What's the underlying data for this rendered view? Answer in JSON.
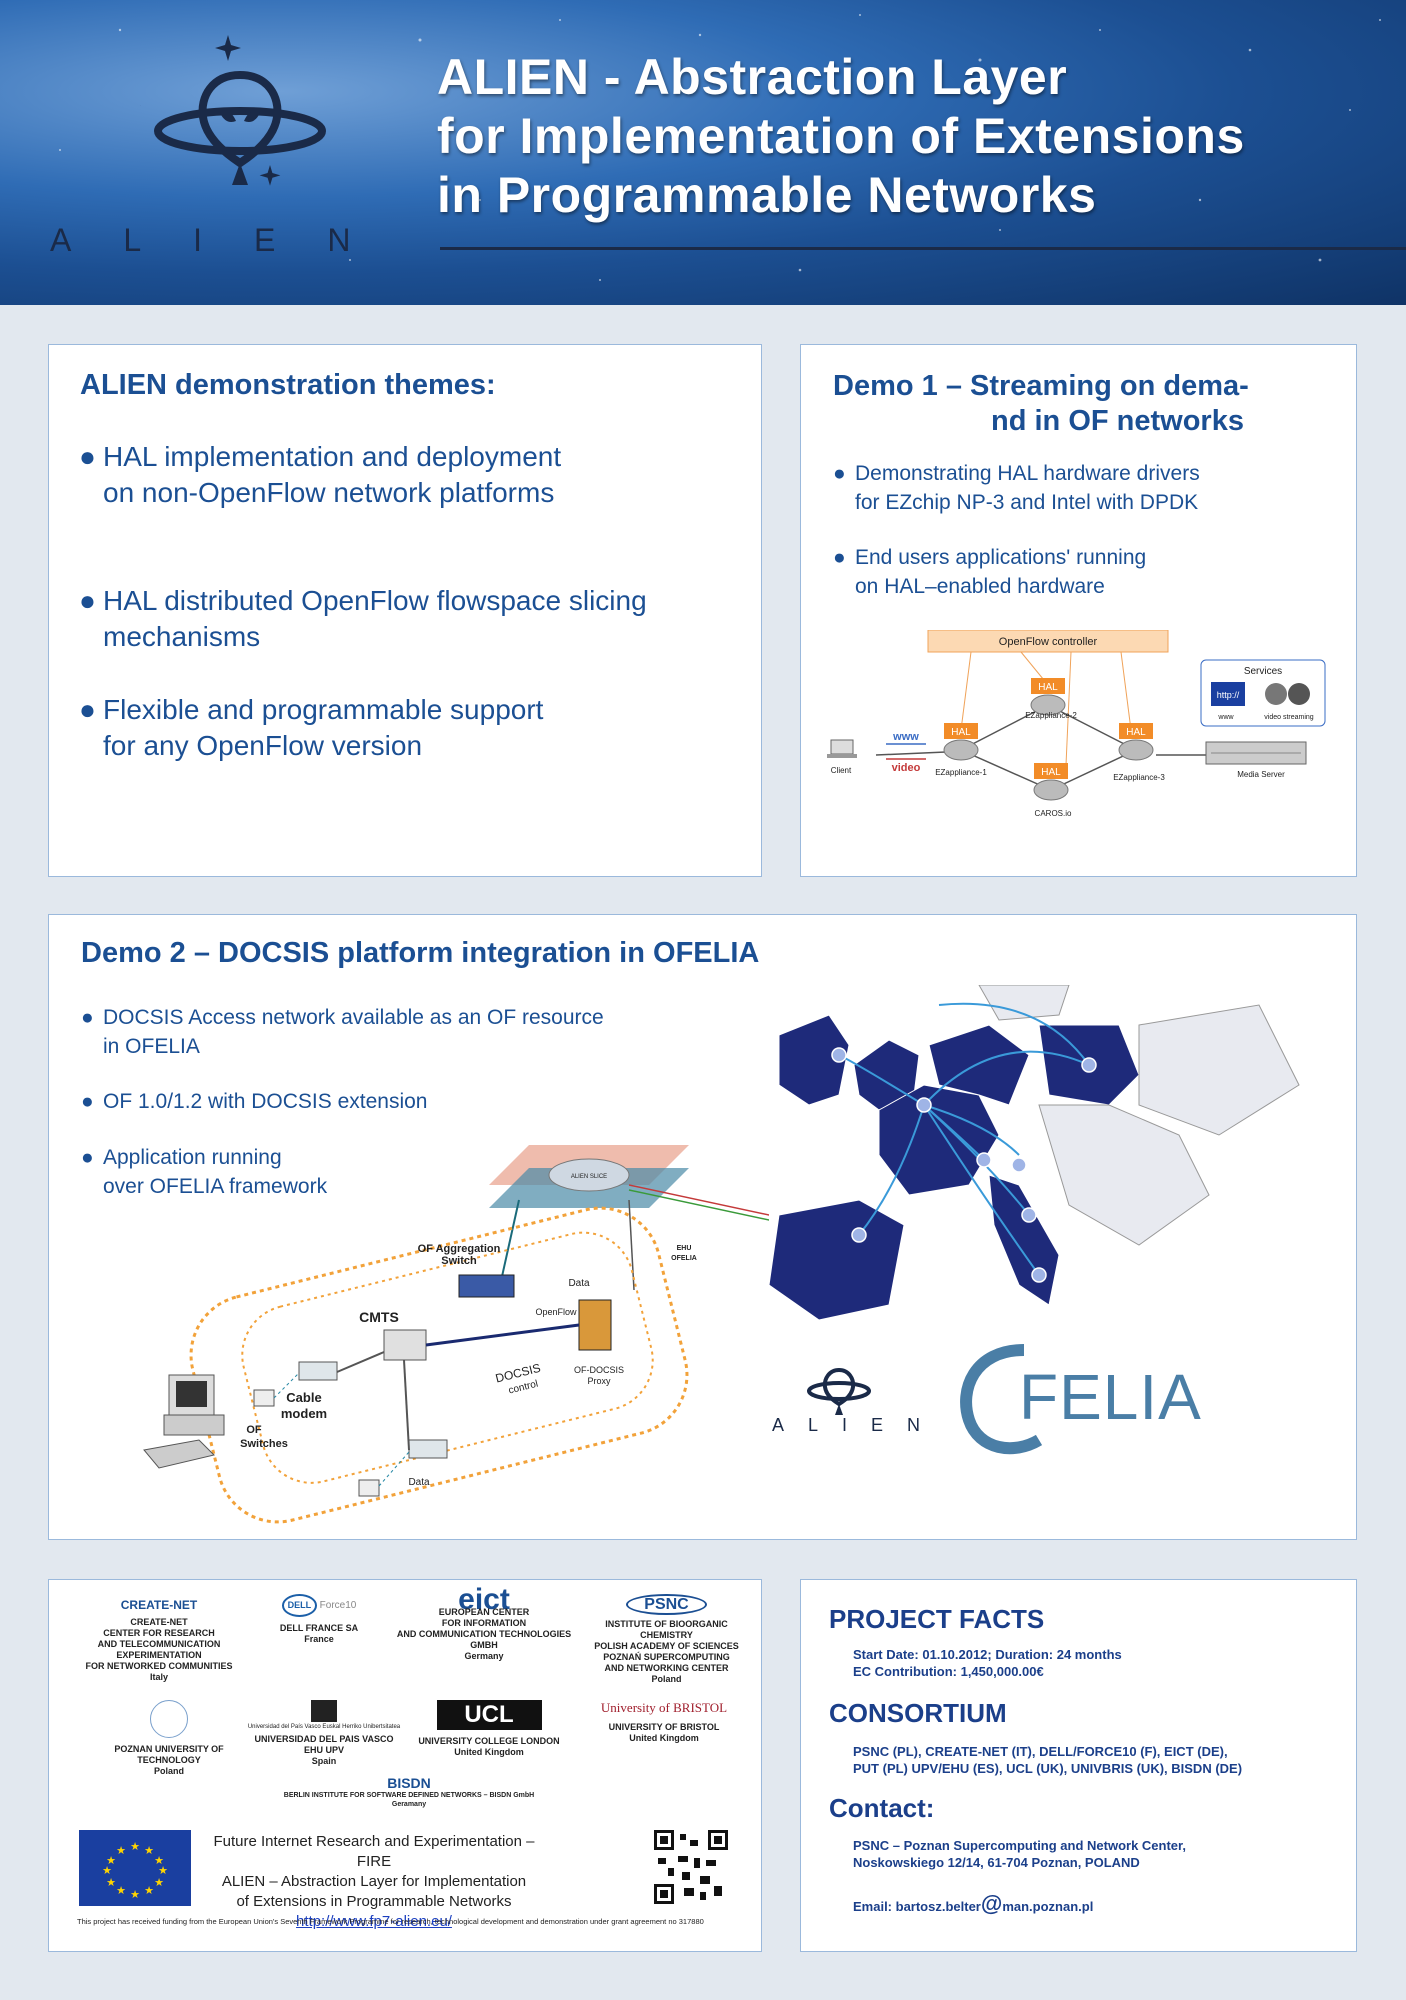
{
  "header": {
    "title_lines": [
      "ALIEN - Abstraction Layer",
      "for Implementation of Extensions",
      "in Programmable Networks"
    ],
    "logo_text": "ALIEN"
  },
  "themes": {
    "heading": "ALIEN demonstration themes:",
    "bullets": [
      [
        "HAL implementation and deployment",
        "on non-OpenFlow network platforms"
      ],
      [
        "HAL distributed OpenFlow flowspace slicing",
        "mechanisms"
      ],
      [
        "Flexible and programmable support",
        "for any OpenFlow version"
      ]
    ]
  },
  "demo1": {
    "heading_lines": [
      "Demo 1 – Streaming on dema-",
      "nd in OF networks"
    ],
    "bullets": [
      [
        "Demonstrating HAL hardware drivers",
        "for EZchip NP-3 and Intel with DPDK"
      ],
      [
        "End users applications' running",
        "on HAL–enabled hardware"
      ]
    ],
    "diagram": {
      "controller": "OpenFlow controller",
      "hal": "HAL",
      "nodes": [
        "EZappliance-1",
        "EZappliance-2",
        "EZappliance-3",
        "CAROS.io"
      ],
      "client": "Client",
      "media_server": "Media Server",
      "services": "Services",
      "www_label": "www",
      "video_label": "video",
      "http_icon": "http://",
      "service_www": "www",
      "service_video": "video streaming"
    }
  },
  "demo2": {
    "heading": "Demo 2 – DOCSIS platform integration in OFELIA",
    "bullets": [
      [
        "DOCSIS Access network available as an OF resource",
        "in OFELIA"
      ],
      [
        "OF 1.0/1.2 with DOCSIS extension"
      ],
      [
        "Application running",
        "over OFELIA framework"
      ]
    ],
    "diagram": {
      "slice": "ALIEN SLICE",
      "ehu": [
        "EHU",
        "OFELIA"
      ],
      "agg": [
        "OF Aggregation",
        "Switch"
      ],
      "data": "Data",
      "openflow": "OpenFlow",
      "cmts": "CMTS",
      "docsis": [
        "DOCSIS",
        "control"
      ],
      "proxy": [
        "OF-DOCSIS",
        "Proxy"
      ],
      "cable_modem": [
        "Cable",
        "modem"
      ],
      "of_switches": [
        "OF",
        "Switches"
      ],
      "data2": "Data"
    },
    "alien_logo": "ALIEN",
    "ofelia_logo": "FELIA"
  },
  "partners": [
    {
      "logo": "CREATE-NET",
      "lines": [
        "CREATE-NET",
        "CENTER FOR RESEARCH",
        "AND TELECOMMUNICATION EXPERIMENTATION",
        "FOR NETWORKED COMMUNITIES",
        "Italy"
      ]
    },
    {
      "logo": "DELL",
      "logo2": "Force10",
      "lines": [
        "DELL FRANCE SA",
        "France"
      ]
    },
    {
      "logo": "eict",
      "lines": [
        "EUROPEAN CENTER",
        "FOR INFORMATION",
        "AND COMMUNICATION TECHNOLOGIES GMBH",
        "Germany"
      ]
    },
    {
      "logo": "PSNC",
      "lines": [
        "INSTITUTE OF BIOORGANIC CHEMISTRY",
        "POLISH ACADEMY OF SCIENCES",
        "POZNAŃ SUPERCOMPUTING",
        "AND NETWORKING CENTER",
        "Poland"
      ]
    },
    {
      "logo": "",
      "lines": [
        "POZNAN UNIVERSITY OF TECHNOLOGY",
        "Poland"
      ]
    },
    {
      "logo": "Universidad del País Vasco  Euskal Herriko Unibertsitatea",
      "lines": [
        "UNIVERSIDAD DEL PAIS VASCO EHU UPV",
        "Spain"
      ]
    },
    {
      "logo": "UCL",
      "lines": [
        "UNIVERSITY COLLEGE LONDON",
        "United Kingdom"
      ]
    },
    {
      "logo": "University of BRISTOL",
      "lines": [
        "UNIVERSITY OF BRISTOL",
        "United Kingdom"
      ]
    },
    {
      "logo": "BISDN",
      "lines": [
        "BERLIN INSTITUTE FOR SOFTWARE DEFINED NETWORKS – BISDN GmbH",
        "Geramany"
      ]
    }
  ],
  "fire": {
    "lines": [
      "Future Internet Research and Experimentation – FIRE",
      "ALIEN – Abstraction Layer for  Implementation",
      "of Extensions in Programmable Networks"
    ],
    "url": "http://www.fp7-alien.eu/",
    "funding": "This project has received funding from the European Union's Seventh Framework Programme for research, technological development and demonstration under grant agreement no 317880"
  },
  "facts": {
    "heading": "PROJECT FACTS",
    "lines": [
      "Start Date: 01.10.2012; Duration: 24 months",
      "EC Contribution: 1,450,000.00€"
    ],
    "consortium_heading": "CONSORTIUM",
    "consortium_lines": [
      "PSNC (PL), CREATE-NET (IT),  DELL/FORCE10 (F), EICT (DE),",
      "PUT  (PL) UPV/EHU (ES), UCL (UK),  UNIVBRIS (UK), BISDN (DE)"
    ],
    "contact_heading": "Contact:",
    "contact_lines": [
      "PSNC – Poznan Supercomputing and Network Center,",
      "Noskowskiego 12/14, 61-704 Poznan, POLAND"
    ],
    "email_prefix": "Email: bartosz.belter",
    "email_at": "@",
    "email_suffix": "man.poznan.pl"
  },
  "colors": {
    "accent": "#1b4f93",
    "orange": "#f28c28",
    "map": "#1e2a7a"
  }
}
